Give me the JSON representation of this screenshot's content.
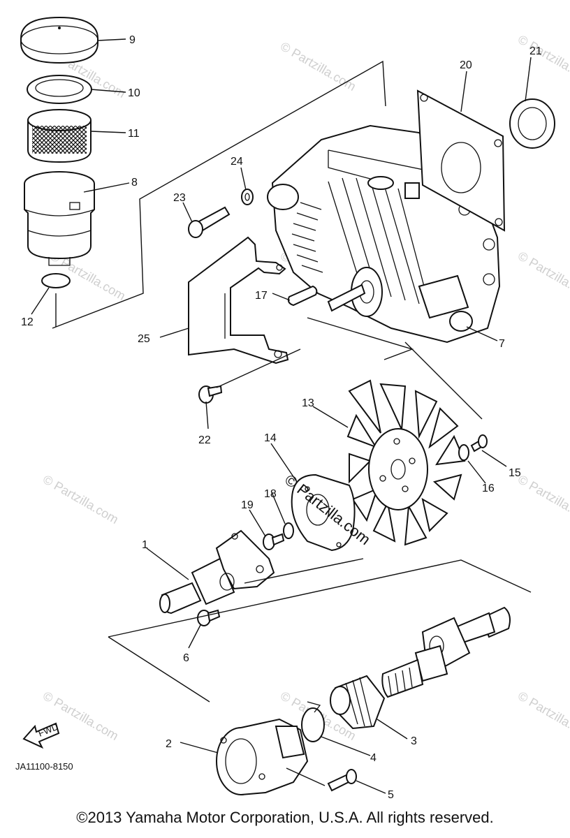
{
  "callouts": {
    "c1": "1",
    "c2": "2",
    "c3": "3",
    "c4": "4",
    "c5": "5",
    "c6": "6",
    "c7": "7",
    "c8": "8",
    "c9": "9",
    "c10": "10",
    "c11": "11",
    "c12": "12",
    "c13": "13",
    "c14": "14",
    "c15": "15",
    "c16": "16",
    "c17": "17",
    "c18": "18",
    "c19": "19",
    "c20": "20",
    "c21": "21",
    "c22": "22",
    "c23": "23",
    "c24": "24",
    "c25": "25"
  },
  "diagram_code": "JA11100-8150",
  "fwd_label": "FWD",
  "watermark": "© Partzilla.com",
  "watermark_center": "© Partzilla.com",
  "copyright": "©2013  Yamaha Motor Corporation, U.S.A. All rights reserved."
}
